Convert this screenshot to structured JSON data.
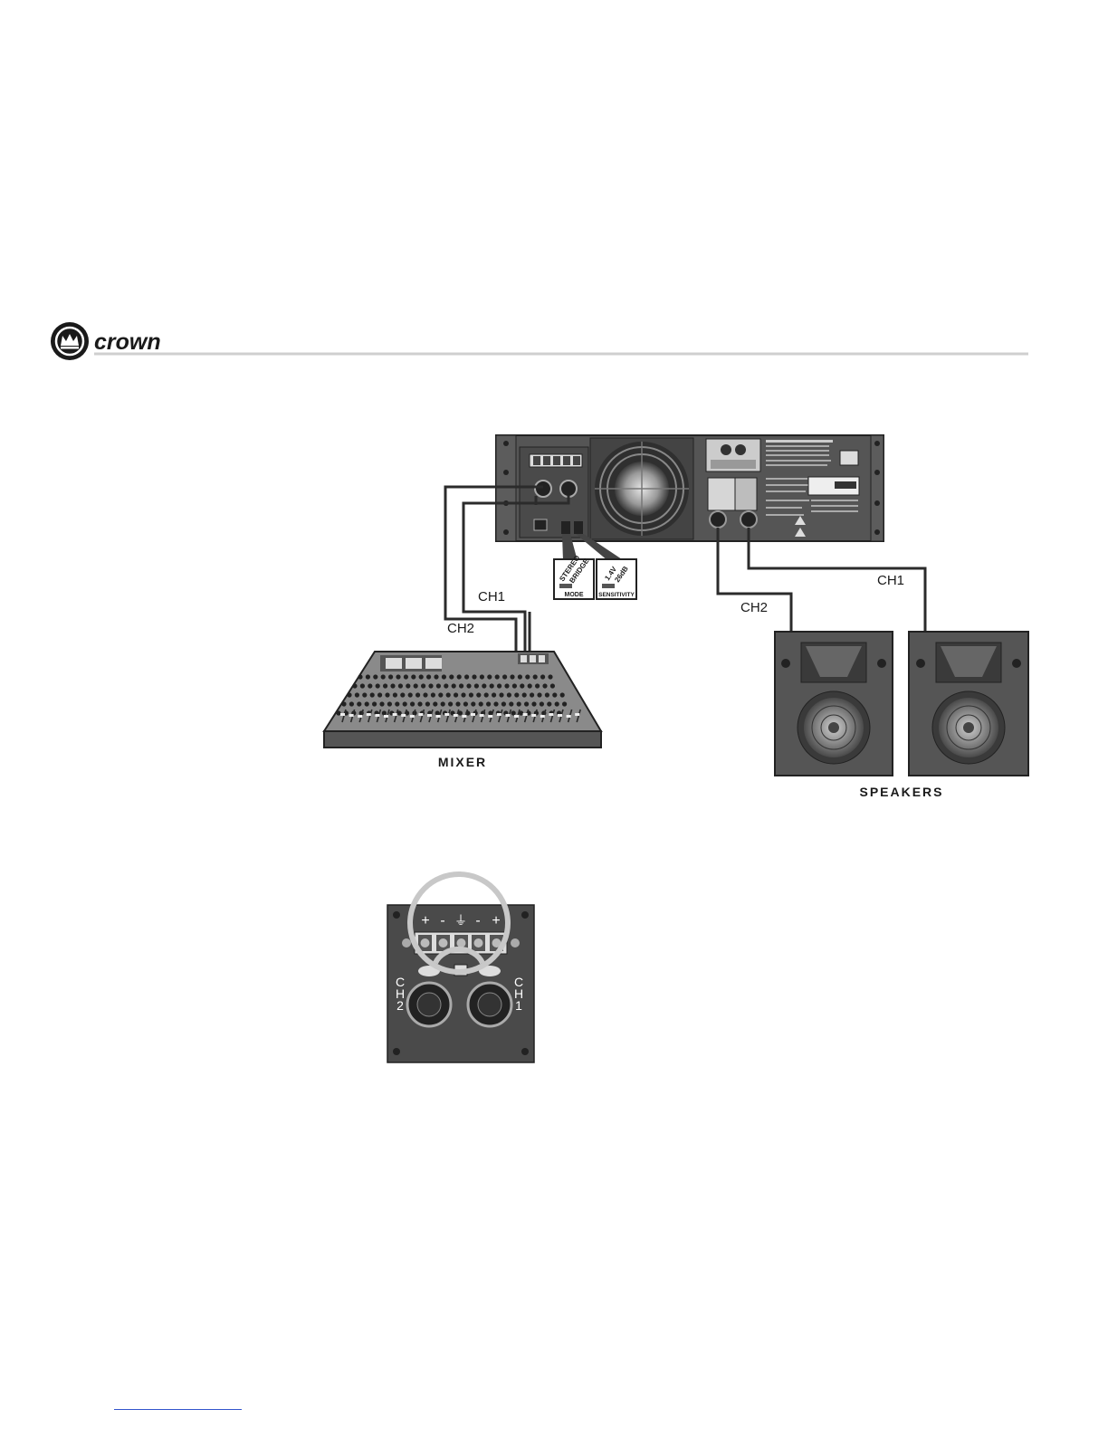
{
  "header": {
    "brand": "crown",
    "rule_color": "#cfcfcf"
  },
  "amplifier": {
    "switch_mode": {
      "top": "STEREO",
      "bottom": "BRIDGE",
      "caption": "MODE"
    },
    "switch_sensitivity": {
      "top": "1.4V",
      "bottom": "26dB",
      "caption": "SENSITIVITY"
    }
  },
  "cables": {
    "input_ch1": "CH1",
    "input_ch2": "CH2",
    "output_ch1": "CH1",
    "output_ch2": "CH2"
  },
  "devices": {
    "mixer_label": "MIXER",
    "speakers_label": "SPEAKERS"
  },
  "detail_panel": {
    "terminals": [
      "+",
      "-",
      "⏚",
      "-",
      "+"
    ],
    "left_channel": [
      "C",
      "H",
      "2"
    ],
    "right_channel": [
      "C",
      "H",
      "1"
    ]
  },
  "colors": {
    "panel_dark": "#4a4a4a",
    "cable": "#2b2b2b",
    "ring": "#c8c8c8"
  }
}
